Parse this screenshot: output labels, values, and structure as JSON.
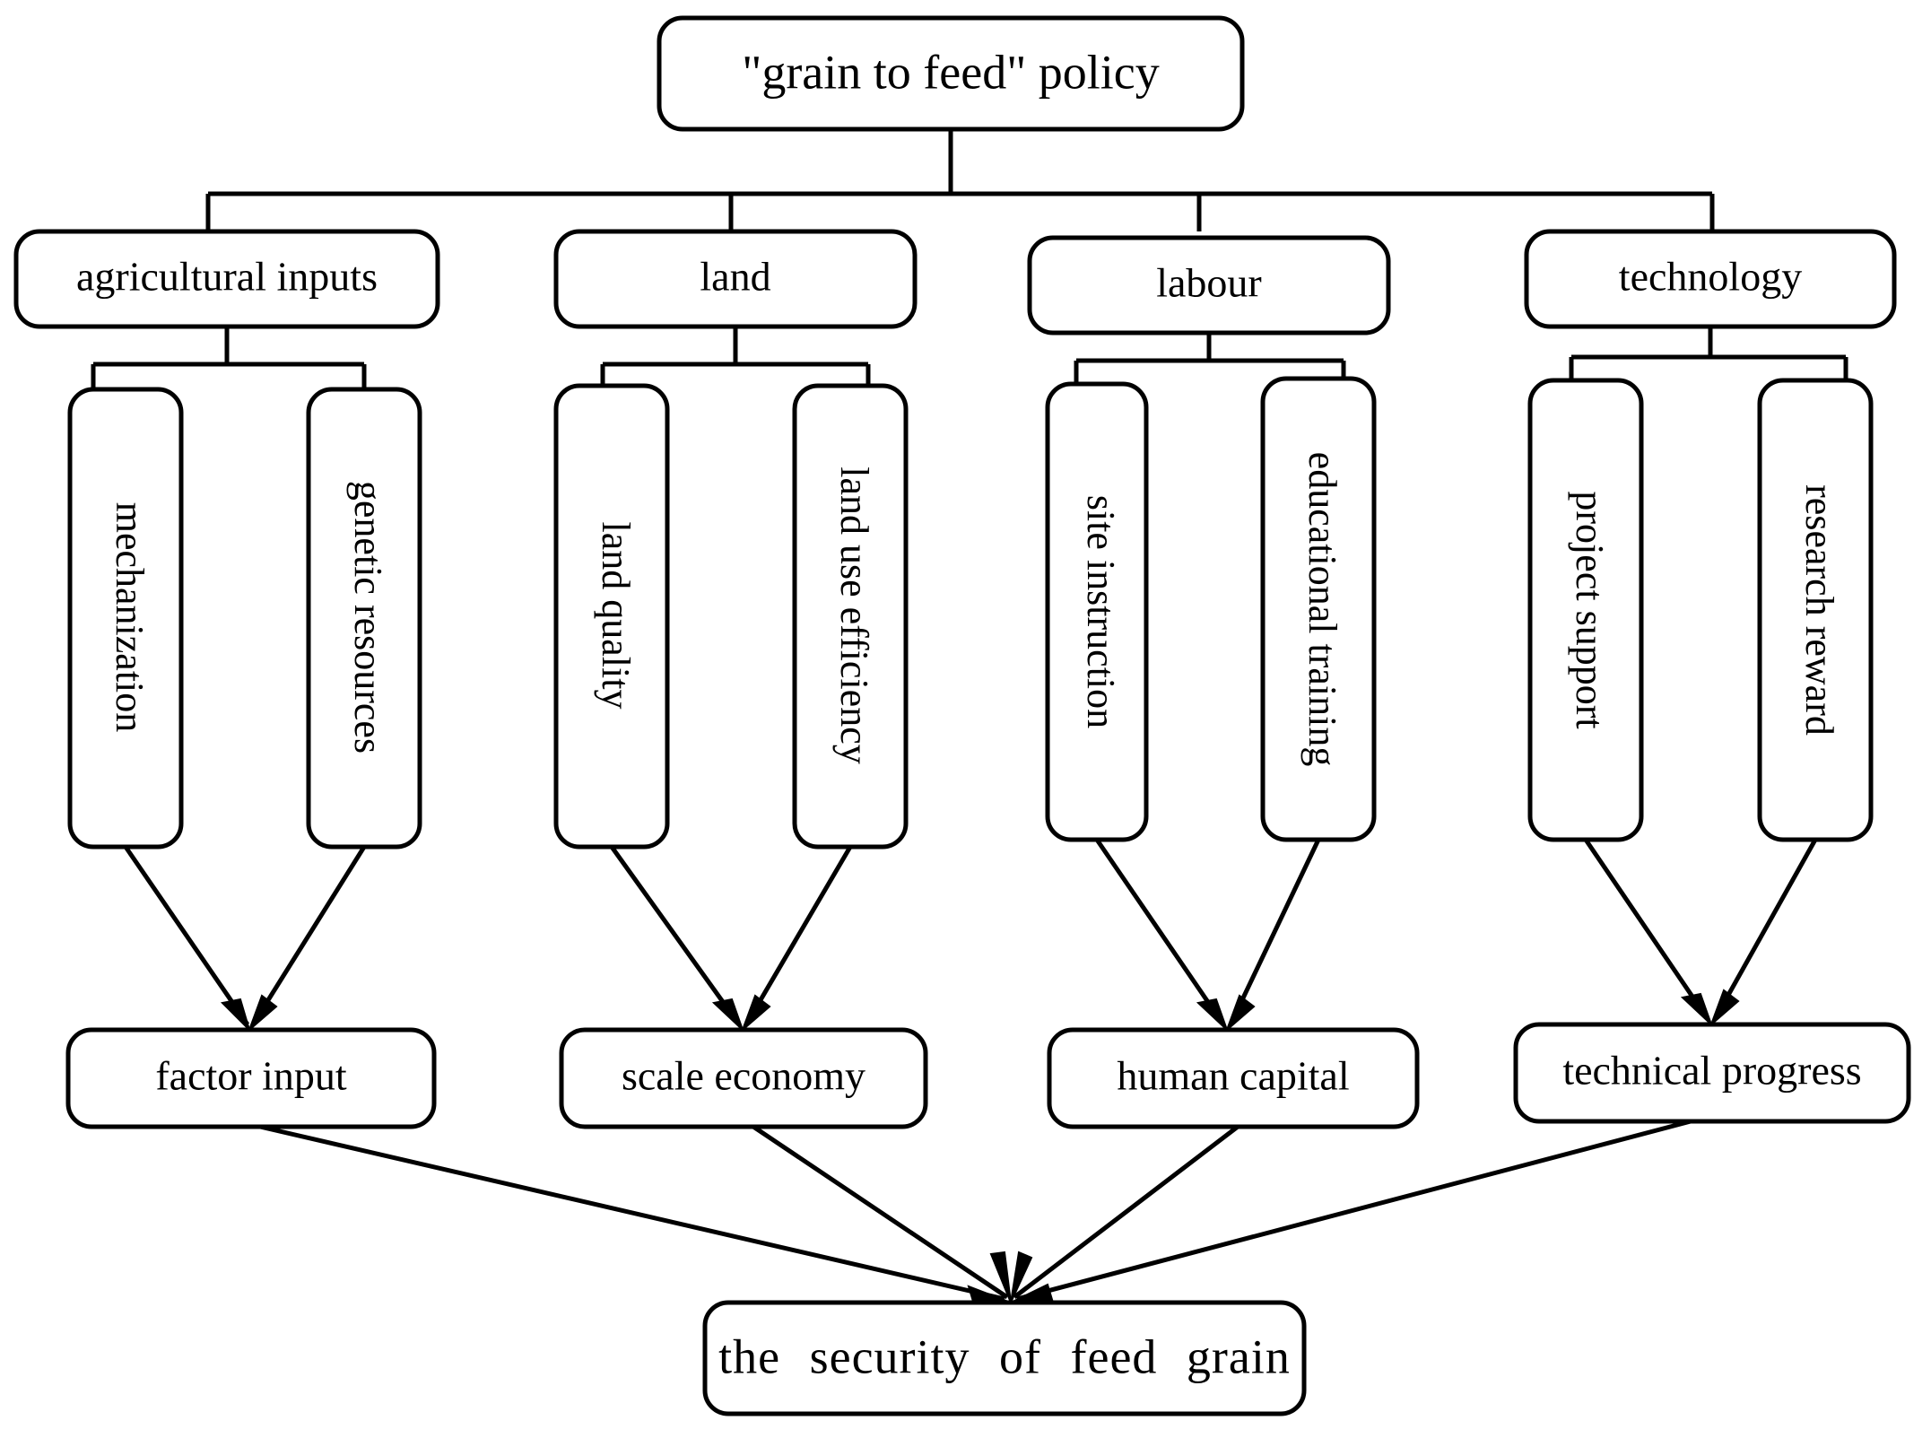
{
  "diagram": {
    "title": "\"grain to feed\" policy",
    "type": "hierarchy-flow-chart",
    "root": {
      "id": "policy",
      "label": "\"grain to feed\" policy"
    },
    "pillars": [
      {
        "id": "agricultural-inputs",
        "label": "agricultural inputs",
        "children": [
          {
            "id": "mechanization",
            "label": "mechanization"
          },
          {
            "id": "genetic-resources",
            "label": "genetic resources"
          }
        ],
        "outcome": {
          "id": "factor-input",
          "label": "factor input"
        }
      },
      {
        "id": "land",
        "label": "land",
        "children": [
          {
            "id": "land-quality",
            "label": "land quality"
          },
          {
            "id": "land-use-efficiency",
            "label": "land use efficiency"
          }
        ],
        "outcome": {
          "id": "scale-economy",
          "label": "scale economy"
        }
      },
      {
        "id": "labour",
        "label": "labour",
        "children": [
          {
            "id": "site-instruction",
            "label": "site instruction"
          },
          {
            "id": "educational-training",
            "label": "educational training"
          }
        ],
        "outcome": {
          "id": "human-capital",
          "label": "human capital"
        }
      },
      {
        "id": "technology",
        "label": "technology",
        "children": [
          {
            "id": "project-support",
            "label": "project support"
          },
          {
            "id": "research-reward",
            "label": "research reward"
          }
        ],
        "outcome": {
          "id": "technical-progress",
          "label": "technical progress"
        }
      }
    ],
    "goal": {
      "id": "security-of-feed-grain",
      "label": "the  security  of  feed  grain"
    },
    "colors": {
      "stroke": "#000000",
      "fill": "#ffffff",
      "text": "#000000",
      "background": "#ffffff"
    }
  }
}
